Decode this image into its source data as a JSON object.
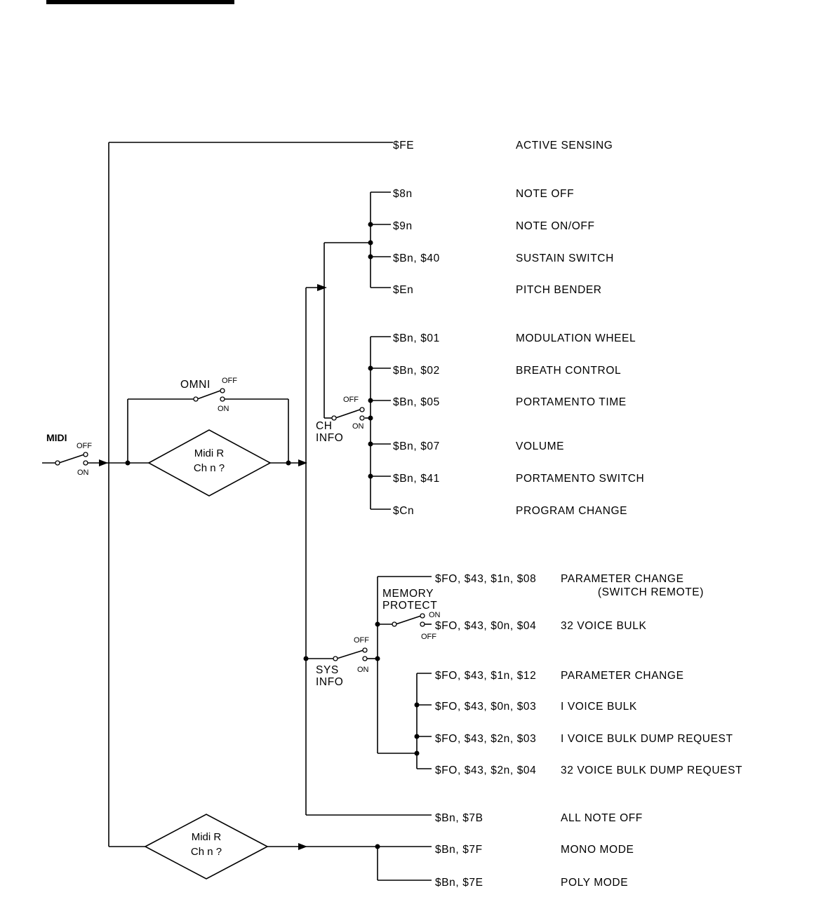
{
  "diagram": {
    "input_label": "MIDI",
    "off_label": "OFF",
    "on_label": "ON",
    "omni_label": "OMNI",
    "decision_line1": "Midi R",
    "decision_line2": "Ch n ?",
    "ch_info_line1": "CH",
    "ch_info_line2": "INFO",
    "sys_info_line1": "SYS",
    "sys_info_line2": "INFO",
    "memory_protect_line1": "MEMORY",
    "memory_protect_line2": "PROTECT",
    "messages": [
      {
        "code": "$FE",
        "label": "ACTIVE SENSING"
      },
      {
        "code": "$8n",
        "label": "NOTE OFF"
      },
      {
        "code": "$9n",
        "label": "NOTE ON/OFF"
      },
      {
        "code": "$Bn, $40",
        "label": "SUSTAIN SWITCH"
      },
      {
        "code": "$En",
        "label": "PITCH BENDER"
      },
      {
        "code": "$Bn, $01",
        "label": "MODULATION WHEEL"
      },
      {
        "code": "$Bn, $02",
        "label": "BREATH CONTROL"
      },
      {
        "code": "$Bn, $05",
        "label": "PORTAMENTO TIME"
      },
      {
        "code": "$Bn, $07",
        "label": "VOLUME"
      },
      {
        "code": "$Bn, $41",
        "label": "PORTAMENTO SWITCH"
      },
      {
        "code": "$Cn",
        "label": "PROGRAM CHANGE"
      },
      {
        "code": "$FO, $43, $1n, $08",
        "label": "PARAMETER CHANGE",
        "label2": "(SWITCH REMOTE)"
      },
      {
        "code": "$FO, $43, $0n, $04",
        "label": "32 VOICE BULK"
      },
      {
        "code": "$FO, $43, $1n, $12",
        "label": "PARAMETER CHANGE"
      },
      {
        "code": "$FO, $43, $0n, $03",
        "label": "I VOICE BULK"
      },
      {
        "code": "$FO, $43, $2n, $03",
        "label": "I VOICE BULK DUMP REQUEST"
      },
      {
        "code": "$FO, $43, $2n, $04",
        "label": "32 VOICE BULK DUMP REQUEST"
      },
      {
        "code": "$Bn, $7B",
        "label": "ALL NOTE OFF"
      },
      {
        "code": "$Bn, $7F",
        "label": "MONO MODE"
      },
      {
        "code": "$Bn, $7E",
        "label": "POLY MODE"
      }
    ]
  }
}
